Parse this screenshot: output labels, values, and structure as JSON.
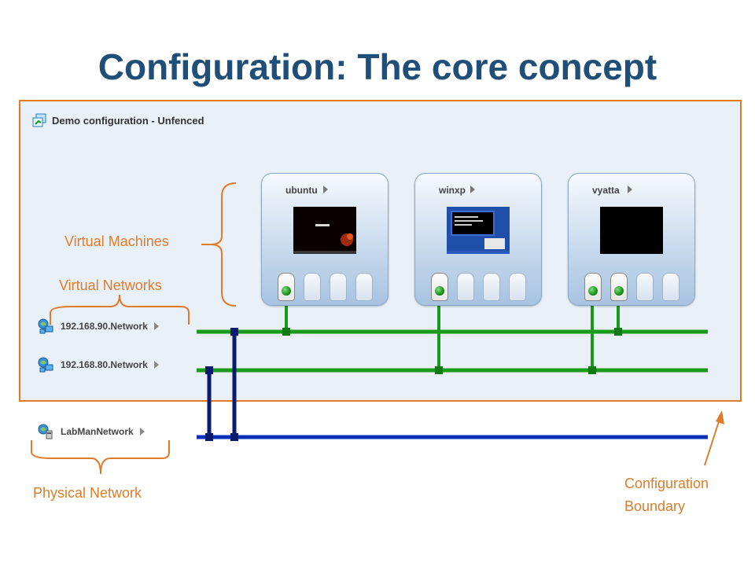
{
  "title": "Configuration: The core concept",
  "configuration": {
    "name": "Demo configuration - Unfenced",
    "header_icon": "configuration-icon"
  },
  "virtual_machines": [
    {
      "name": "ubuntu",
      "screen": "ubuntu-desktop-thumbnail",
      "nics_connected": 1,
      "nics_total": 4
    },
    {
      "name": "winxp",
      "screen": "winxp-desktop-thumbnail",
      "nics_connected": 1,
      "nics_total": 4
    },
    {
      "name": "vyatta",
      "screen": "blank-screen-thumbnail",
      "nics_connected": 2,
      "nics_total": 4
    }
  ],
  "virtual_networks": [
    {
      "label": "192.168.90.Network",
      "icon": "virtual-network-icon",
      "color": "#1a9a1a"
    },
    {
      "label": "192.168.80.Network",
      "icon": "virtual-network-icon",
      "color": "#1a9a1a"
    }
  ],
  "physical_network": {
    "label": "LabManNetwork",
    "icon": "physical-network-icon",
    "color": "#0a2fb8"
  },
  "callouts": {
    "virtual_machines": "Virtual Machines",
    "virtual_networks": "Virtual Networks",
    "physical_network": "Physical Network",
    "configuration_boundary_line1": "Configuration",
    "configuration_boundary_line2": "Boundary"
  },
  "colors": {
    "title": "#1f4e79",
    "callout": "#e07b2a",
    "boundary": "#e07b2a",
    "virtual_link": "#1a9a1a",
    "physical_link": "#0a2fb8",
    "bridge_link": "#0a1a6e"
  }
}
